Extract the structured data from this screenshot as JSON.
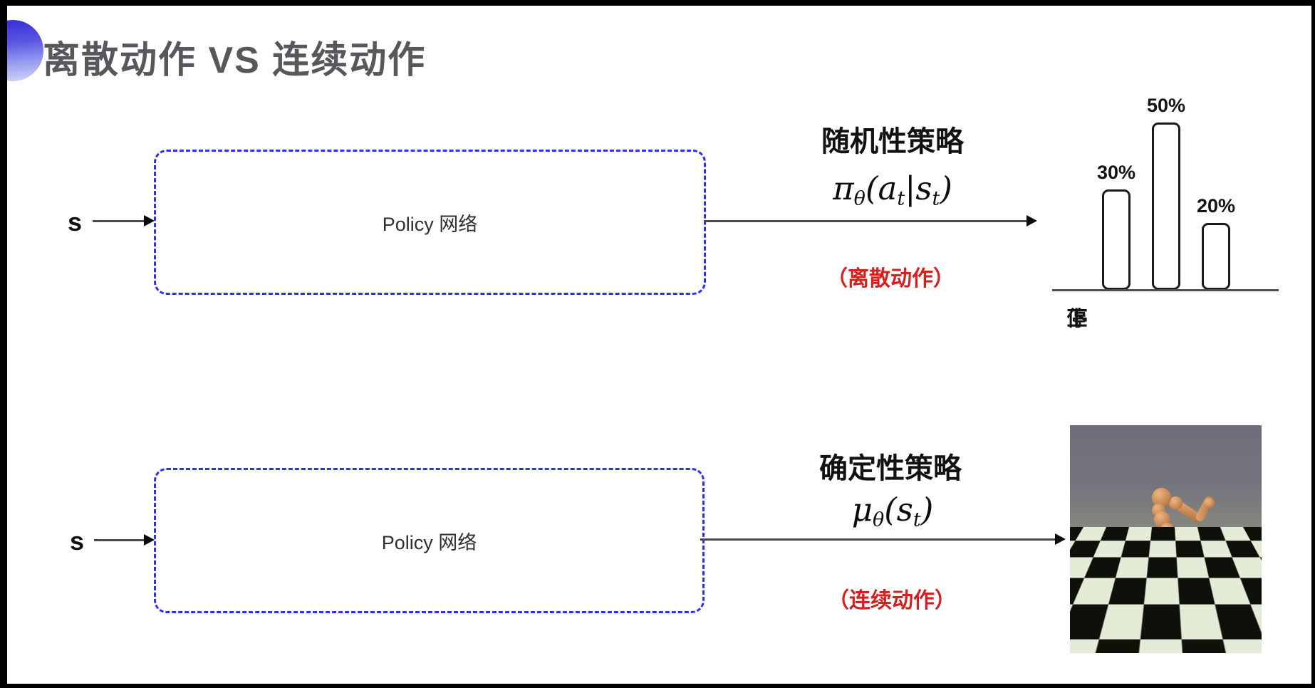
{
  "title": {
    "text": "离散动作 VS 连续动作"
  },
  "rows": [
    {
      "input_label": "s",
      "box_label": "Policy 网络",
      "policy_type": "随机性策略",
      "formula": [
        {
          "t": "π"
        },
        {
          "t": "θ",
          "sub": true
        },
        {
          "t": "("
        },
        {
          "t": "a"
        },
        {
          "t": "t",
          "sub": true
        },
        {
          "t": "|"
        },
        {
          "t": "s"
        },
        {
          "t": "t",
          "sub": true
        },
        {
          "t": ")"
        }
      ],
      "action_note": "（离散动作）"
    },
    {
      "input_label": "s",
      "box_label": "Policy 网络",
      "policy_type": "确定性策略",
      "formula": [
        {
          "t": "μ"
        },
        {
          "t": "θ",
          "sub": true
        },
        {
          "t": "("
        },
        {
          "t": "s"
        },
        {
          "t": "t",
          "sub": true
        },
        {
          "t": ")"
        }
      ],
      "action_note": "（连续动作）"
    }
  ],
  "chart_data": {
    "type": "bar",
    "categories": [
      "上",
      "停",
      "下"
    ],
    "values": [
      30,
      50,
      20
    ],
    "value_labels": [
      "30%",
      "50%",
      "20%"
    ],
    "title": "",
    "xlabel": "",
    "ylabel": "",
    "ylim": [
      0,
      55
    ],
    "grid": false,
    "legend": false,
    "bar_fill": "#ffffff",
    "bar_border": "#1a1a1a"
  },
  "colors": {
    "title_gray": "#57585c",
    "box_border_blue": "#2e31e3",
    "note_red": "#d32120",
    "arrow": "#4a4a4a",
    "ornament_blue_top": "#3a34d8",
    "ornament_blue_bottom": "#c9d1f7",
    "sim_sky": "#74747e",
    "sim_tile_dark": "#0e100a",
    "sim_tile_light": "#e4ebd7",
    "sim_robot_skin": "#c98a55"
  }
}
